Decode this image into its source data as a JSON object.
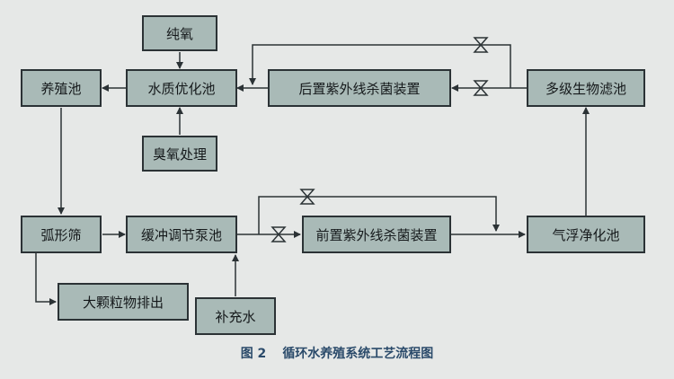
{
  "nodes": {
    "pure_oxygen": "纯氧",
    "water_quality_pool": "水质优化池",
    "breeding_pool": "养殖池",
    "rear_uv": "后置紫外线杀菌装置",
    "multi_bio_filter": "多级生物滤池",
    "ozone": "臭氧处理",
    "arc_screen": "弧形筛",
    "buffer_pump_pool": "缓冲调节泵池",
    "front_uv": "前置紫外线杀菌装置",
    "air_flotation": "气浮净化池",
    "large_particle_discharge": "大颗粒物排出",
    "makeup_water": "补充水"
  },
  "caption": {
    "figure_label": "图 2",
    "title": "循环水养殖系统工艺流程图"
  },
  "colors": {
    "box_fill": "#a9bab7",
    "box_border": "#2b3235",
    "line": "#2b3235",
    "background": "#e6e8e7",
    "caption": "#2a4a6a"
  }
}
